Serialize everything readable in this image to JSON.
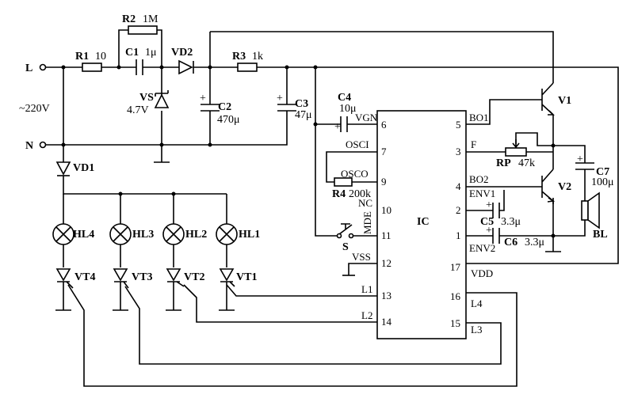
{
  "terminals": {
    "L": "L",
    "N": "N",
    "supply": "~220V"
  },
  "components": {
    "R1": {
      "name": "R1",
      "value": "10"
    },
    "R2": {
      "name": "R2",
      "value": "1M"
    },
    "C1": {
      "name": "C1",
      "value": "1μ"
    },
    "VD2": {
      "name": "VD2"
    },
    "R3": {
      "name": "R3",
      "value": "1k"
    },
    "VS": {
      "name": "VS",
      "value": "4.7V"
    },
    "C2": {
      "name": "C2",
      "value": "470μ"
    },
    "C3": {
      "name": "C3",
      "value": "47μ"
    },
    "C4": {
      "name": "C4",
      "value": "10μ"
    },
    "R4": {
      "name": "R4",
      "value": "200k"
    },
    "S": {
      "name": "S"
    },
    "V1": {
      "name": "V1"
    },
    "V2": {
      "name": "V2"
    },
    "RP": {
      "name": "RP",
      "value": "47k"
    },
    "C7": {
      "name": "C7",
      "value": "100μ"
    },
    "C5": {
      "name": "C5",
      "value": "3.3μ"
    },
    "C6": {
      "name": "C6",
      "value": "3.3μ"
    },
    "BL": {
      "name": "BL"
    },
    "VD1": {
      "name": "VD1"
    },
    "HL4": {
      "name": "HL4"
    },
    "HL3": {
      "name": "HL3"
    },
    "HL2": {
      "name": "HL2"
    },
    "HL1": {
      "name": "HL1"
    },
    "VT4": {
      "name": "VT4"
    },
    "VT3": {
      "name": "VT3"
    },
    "VT2": {
      "name": "VT2"
    },
    "VT1": {
      "name": "VT1"
    }
  },
  "ic": {
    "label": "IC",
    "left_pins": [
      {
        "num": "6",
        "name": "VGN"
      },
      {
        "num": "7",
        "name": "OSCI"
      },
      {
        "num": "9",
        "name": "OSCO"
      },
      {
        "num": "10",
        "name": "NC"
      },
      {
        "num": "11",
        "name": "MDE"
      },
      {
        "num": "12",
        "name": "VSS"
      },
      {
        "num": "13",
        "name": "L1"
      },
      {
        "num": "14",
        "name": "L2"
      }
    ],
    "right_pins": [
      {
        "num": "5",
        "name": "BO1"
      },
      {
        "num": "3",
        "name": "F"
      },
      {
        "num": "4",
        "name": "BO2"
      },
      {
        "num": "2",
        "name": "ENV1"
      },
      {
        "num": "1",
        "name": "ENV2"
      },
      {
        "num": "17",
        "name": "VDD"
      },
      {
        "num": "16",
        "name": "L4"
      },
      {
        "num": "15",
        "name": "L3"
      }
    ]
  },
  "plus_sign": "+"
}
